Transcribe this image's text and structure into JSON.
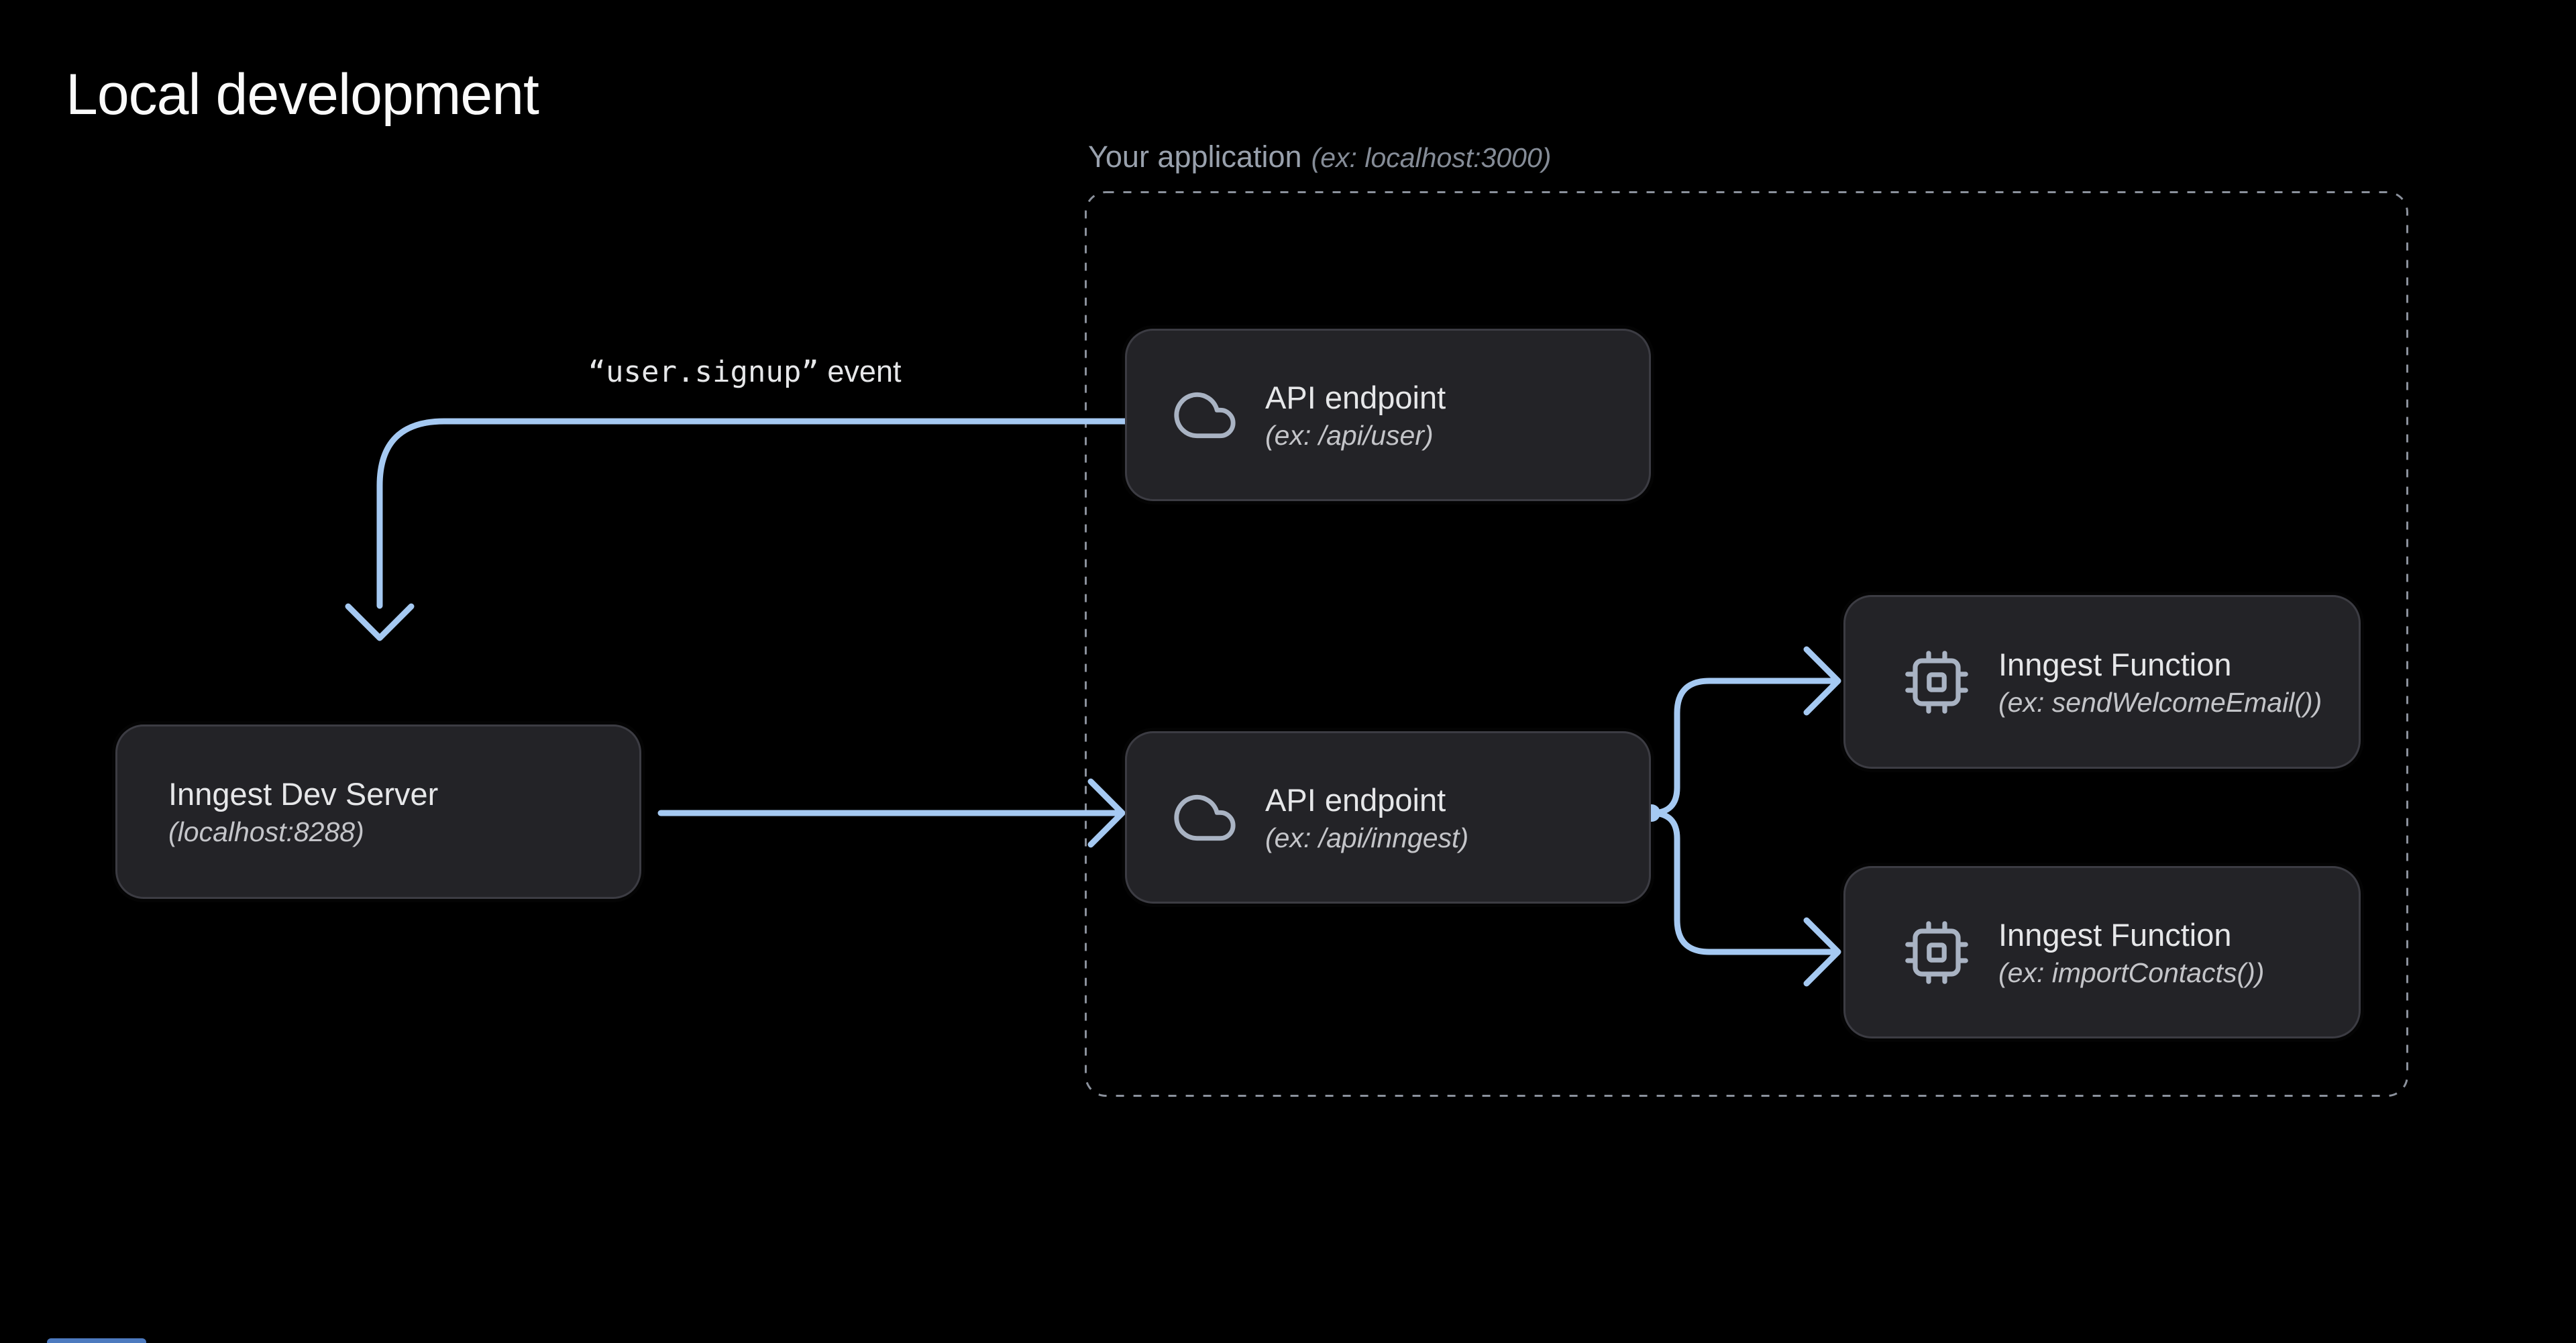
{
  "page": {
    "title": "Local development"
  },
  "app_container": {
    "label": "Your application",
    "label_hint": "(ex: localhost:3000)"
  },
  "nodes": {
    "dev_server": {
      "title": "Inngest Dev Server",
      "subtitle": "(localhost:8288)"
    },
    "api_user": {
      "title": "API endpoint",
      "subtitle": "(ex: /api/user)",
      "icon": "cloud-icon"
    },
    "api_inngest": {
      "title": "API endpoint",
      "subtitle": "(ex: /api/inngest)",
      "icon": "cloud-icon"
    },
    "fn_email": {
      "title": "Inngest Function",
      "subtitle": "(ex: sendWelcomeEmail())",
      "icon": "cpu-icon"
    },
    "fn_contacts": {
      "title": "Inngest Function",
      "subtitle": "(ex: importContacts())",
      "icon": "cpu-icon"
    }
  },
  "edges": {
    "event_label_code": "“user.signup”",
    "event_label_rest": " event"
  },
  "colors": {
    "page_title": "#fafafa",
    "container_label": "#99a1ad",
    "container_hint": "#858c97",
    "dashed": "#8b919c",
    "arrow": "#a5c9f2",
    "box_bg": "#232327",
    "box_border": "#3c3c43",
    "icon": "#a9b3c3",
    "title_text": "#e6e7e9",
    "subtitle_text": "#c4c5c9"
  }
}
